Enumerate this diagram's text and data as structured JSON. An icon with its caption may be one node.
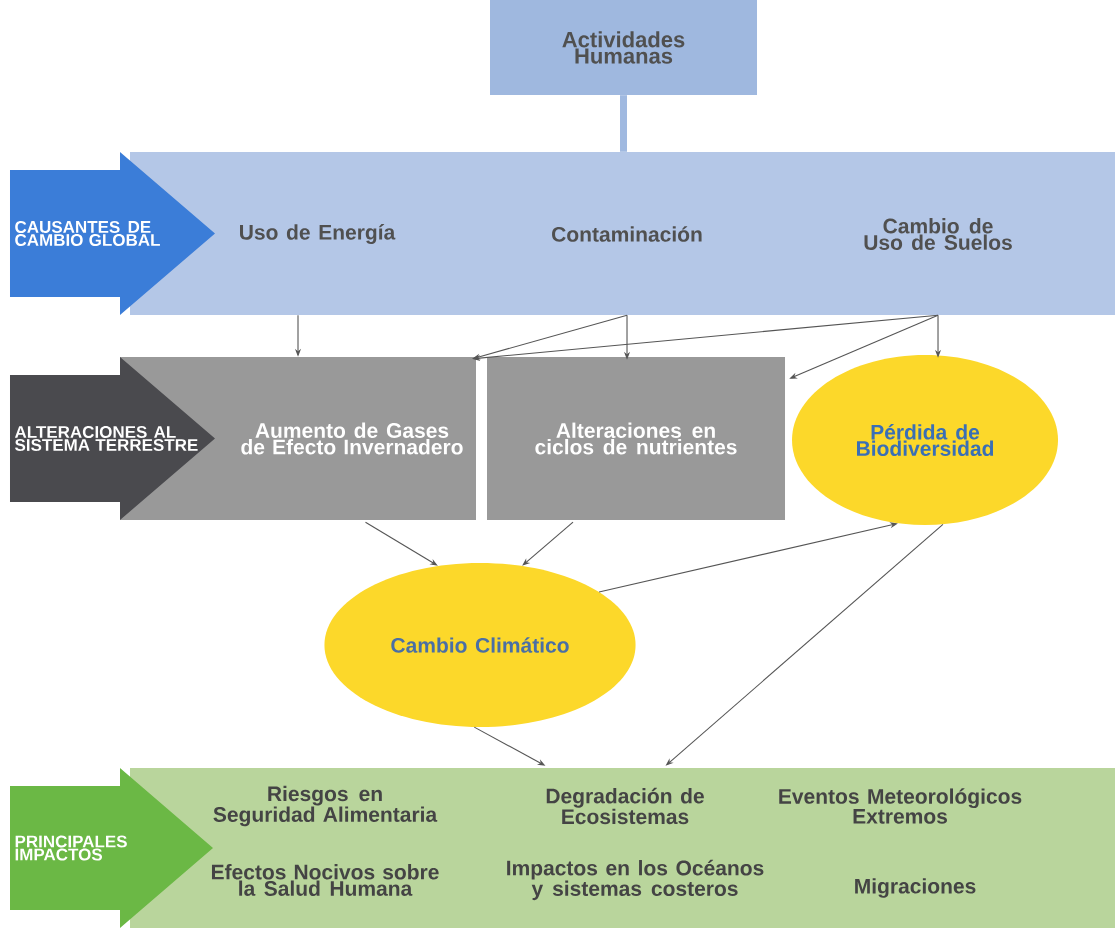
{
  "diagram": {
    "nodes": [
      {
        "text": [
          "Actividades Humanas"
        ]
      },
      {
        "text": [
          "CAUSANTES DE CAMBIO GLOBAL"
        ]
      },
      {
        "text": [],
        "shape": "box"
      },
      {
        "text": [
          "Uso de Energía"
        ],
        "in": 2
      },
      {
        "text": [
          "Contaminación"
        ],
        "in": 2
      },
      {
        "text": [
          "Cambio de Uso de Suelos"
        ],
        "in": 2
      },
      {
        "text": [
          "ALTERACIONES AL SISTEMA TERRESTRE"
        ]
      },
      {
        "text": [
          "Aumento de Gases de Efecto Invernadero"
        ]
      },
      {
        "text": [
          "Alteraciones en ciclos de nutrientes"
        ]
      },
      {
        "text": [
          "Pérdida de Biodiversidad"
        ]
      },
      {
        "text": [
          "Cambio Climático"
        ]
      },
      {
        "text": [
          "PRINCIPALES IMPACTOS"
        ]
      },
      {
        "text": [],
        "shape": "box"
      },
      {
        "text": [
          "Riesgos en Seguridad Alimentaria"
        ],
        "in": 12
      },
      {
        "text": [
          "Degradación de Ecosistemas"
        ],
        "in": 12
      },
      {
        "text": [
          "Eventos Meteorológicos Extremos"
        ],
        "in": 12
      },
      {
        "text": [
          "Efectos Nocivos sobre la Salud Humana"
        ],
        "in": 12
      },
      {
        "text": [
          "Impactos en los Océanos y sistemas costeros"
        ],
        "in": 12
      },
      {
        "text": [
          "Migraciones"
        ],
        "in": 12
      }
    ],
    "edges": [
      {
        "from": 0,
        "to": 2,
        "arrow": "none",
        "style": "thick",
        "color": "#a0b9e0"
      },
      {
        "from": 2,
        "to": 7,
        "arrow": "to"
      },
      {
        "from": 2,
        "to": 7,
        "arrow": "to"
      },
      {
        "from": 2,
        "to": 8,
        "arrow": "to"
      },
      {
        "from": 2,
        "to": 7,
        "arrow": "to"
      },
      {
        "from": 2,
        "to": 8,
        "arrow": "to"
      },
      {
        "from": 2,
        "to": 9,
        "arrow": "to"
      },
      {
        "from": 7,
        "to": 10,
        "arrow": "to"
      },
      {
        "from": 8,
        "to": 10,
        "arrow": "to"
      },
      {
        "from": 10,
        "to": 9,
        "arrow": "to"
      },
      {
        "from": 9,
        "to": 12,
        "arrow": "to"
      },
      {
        "from": 10,
        "to": 12,
        "arrow": "to"
      }
    ]
  }
}
